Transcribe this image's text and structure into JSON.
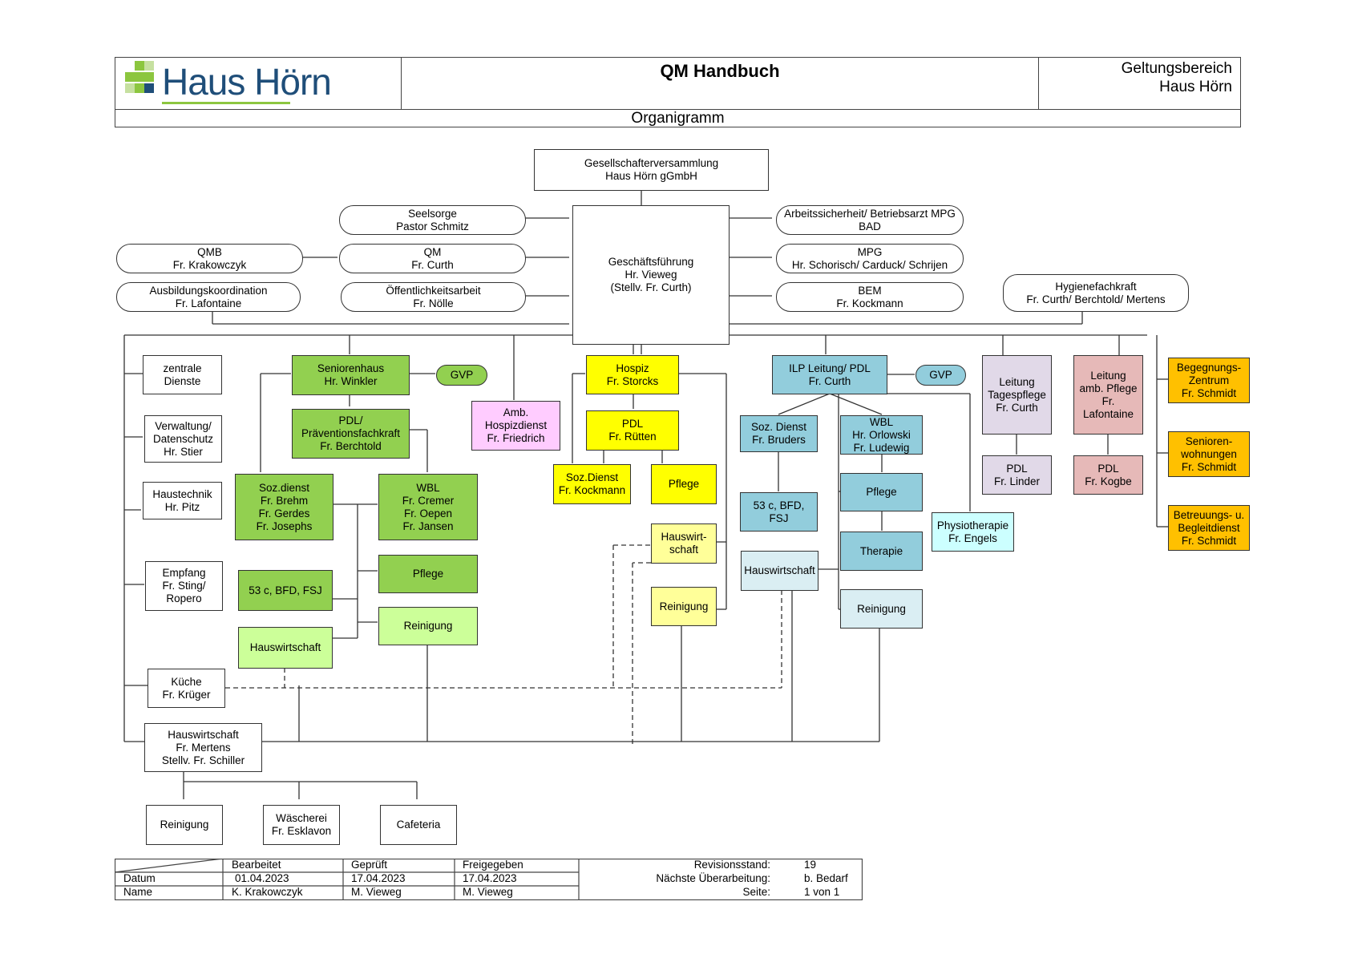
{
  "header": {
    "logo_text": "Haus Hörn",
    "title": "QM Handbuch",
    "scope_line1": "Geltungsbereich",
    "scope_line2": "Haus Hörn",
    "subtitle": "Organigramm"
  },
  "colors": {
    "green": "#92d050",
    "light_green": "#ccff99",
    "pink": "#ffccff",
    "yellow": "#ffff00",
    "light_yellow": "#ffff99",
    "blue": "#92cddc",
    "light_cyan": "#ccffff",
    "pale_blue": "#daeef3",
    "lavender": "#e1d9e8",
    "rose": "#e6b9b8",
    "orange": "#ffc000"
  },
  "org": {
    "gesellschafter": "Gesellschafterversammlung\nHaus Hörn gGmbH",
    "geschaeftsfuehrung": "Geschäftsführung\nHr. Vieweg\n(Stellv. Fr. Curth)",
    "seelsorge": "Seelsorge\nPastor Schmitz",
    "qm": "QM\nFr. Curth",
    "qmb": "QMB\nFr. Krakowczyk",
    "oeffentlichkeit": "Öffentlichkeitsarbeit\nFr. Nölle",
    "ausbildung": "Ausbildungskoordination\nFr. Lafontaine",
    "arbeitssicherheit": "Arbeitssicherheit/ Betriebsarzt MPG\nBAD",
    "mpg": "MPG\nHr. Schorisch/ Carduck/ Schrijen",
    "bem": "BEM\nFr. Kockmann",
    "hygiene": "Hygienefachkraft\nFr. Curth/ Berchtold/ Mertens",
    "zentrale": "zentrale\nDienste",
    "verwaltung": "Verwaltung/\nDatenschutz\nHr. Stier",
    "haustechnik": "Haustechnik\nHr. Pitz",
    "empfang": "Empfang\nFr. Sting/\nRopero",
    "kueche": "Küche\nFr. Krüger",
    "hauswirtschaft_main": "Hauswirtschaft\nFr. Mertens\nStellv. Fr. Schiller",
    "reinigung_main": "Reinigung",
    "waescherei": "Wäscherei\nFr. Esklavon",
    "cafeteria": "Cafeteria",
    "seniorenhaus": "Seniorenhaus\nHr. Winkler",
    "gvp1": "GVP",
    "sh_pdl": "PDL/\nPräventionsfachkraft\nFr. Berchtold",
    "sh_sozdienst": "Soz.dienst\nFr. Brehm\nFr. Gerdes\nFr. Josephs",
    "sh_wbl": "WBL\nFr. Cremer\nFr. Oepen\nFr. Jansen",
    "sh_pflege": "Pflege",
    "sh_53c": "53 c, BFD, FSJ",
    "sh_reinigung": "Reinigung",
    "sh_hauswirtschaft": "Hauswirtschaft",
    "amb_hospiz": "Amb.\nHospizdienst\nFr. Friedrich",
    "hospiz": "Hospiz\nFr. Storcks",
    "hospiz_pdl": "PDL\nFr. Rütten",
    "hospiz_soz": "Soz.Dienst\nFr. Kockmann",
    "hospiz_pflege": "Pflege",
    "hospiz_hauswirt": "Hauswirt-\nschaft",
    "hospiz_reinigung": "Reinigung",
    "ilp": "ILP Leitung/ PDL\nFr. Curth",
    "gvp2": "GVP",
    "ilp_soz": "Soz. Dienst\nFr. Bruders",
    "ilp_wbl": "WBL\nHr. Orlowski\nFr. Ludewig",
    "ilp_53c": "53 c, BFD,\nFSJ",
    "ilp_pflege": "Pflege",
    "ilp_hauswirtschaft": "Hauswirtschaft",
    "ilp_therapie": "Therapie",
    "ilp_reinigung": "Reinigung",
    "physio": "Physiotherapie\nFr. Engels",
    "tagespflege": "Leitung\nTagespflege\nFr. Curth",
    "tp_pdl": "PDL\nFr. Linder",
    "amb_pflege": "Leitung\namb. Pflege\nFr.\nLafontaine",
    "ap_pdl": "PDL\nFr. Kogbe",
    "begegnung": "Begegnungs-\nZentrum\nFr. Schmidt",
    "senioren_wohnungen": "Senioren-\nwohnungen\nFr. Schmidt",
    "betreuung": "Betreuungs- u.\nBegleitdienst\nFr. Schmidt"
  },
  "footer": {
    "col_bearbeitet": "Bearbeitet",
    "col_geprueft": "Geprüft",
    "col_freigegeben": "Freigegeben",
    "row_datum": "Datum",
    "row_name": "Name",
    "datum_bearbeitet": "01.04.2023",
    "datum_geprueft": "17.04.2023",
    "datum_freigegeben": "17.04.2023",
    "name_bearbeitet": "K. Krakowczyk",
    "name_geprueft": "M. Vieweg",
    "name_freigegeben": "M. Vieweg",
    "revision_label": "Revisionsstand:",
    "revision_value": "19",
    "naechste_label": "Nächste Überarbeitung:",
    "naechste_value": "b. Bedarf",
    "seite_label": "Seite:",
    "seite_value": "1 von 1"
  }
}
